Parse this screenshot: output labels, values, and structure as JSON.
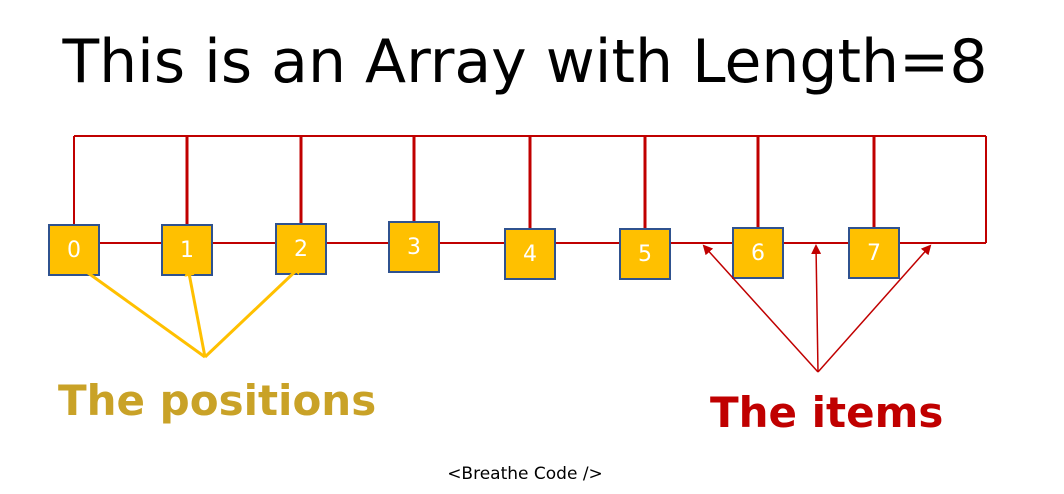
{
  "title": "This is an Array with Length=8",
  "indices": [
    "0",
    "1",
    "2",
    "3",
    "4",
    "5",
    "6",
    "7"
  ],
  "positions_label": "The positions",
  "items_label": "The items",
  "footer": "<Breathe Code />",
  "colors": {
    "structure": "#c00000",
    "box_fill": "#ffc000",
    "box_border": "#2f528f",
    "positions": "#c9a227",
    "positions_arrow": "#ffc000",
    "items": "#c00000"
  }
}
